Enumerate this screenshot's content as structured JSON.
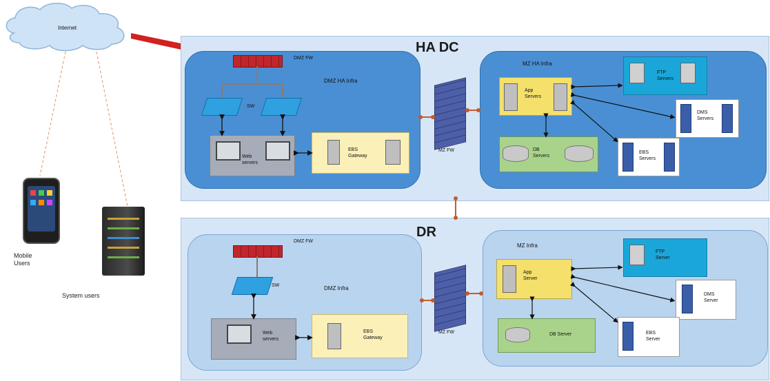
{
  "internet": {
    "label": "Internet"
  },
  "users": {
    "mobile": "Mobile\nUsers",
    "system": "System users"
  },
  "ha": {
    "title": "HA DC",
    "dmz_zone": "DMZ HA Infra",
    "dmz_fw": "DMZ FW",
    "switch_label": "SW",
    "web": "Web\nservers",
    "ebs_gateway": "EBS\nGateway",
    "mz_fw": "MZ FW",
    "mz_zone": "MZ HA Infra",
    "app": "App\nServers",
    "db": "DB\nServers",
    "ftp": "FTP\nServers",
    "dms": "DMS\nServers",
    "ebs": "EBS\nServers"
  },
  "dr": {
    "title": "DR",
    "dmz_zone": "DMZ  Infra",
    "dmz_fw": "DMZ FW",
    "switch_label": "SW",
    "web": "Web\nservers",
    "ebs_gateway": "EBS\nGateway",
    "mz_fw": "MZ FW",
    "mz_zone": "MZ  Infra",
    "app": "App\nServer",
    "db": "DB Server",
    "ftp": "FTP\nServer",
    "dms": "DMS\nServer",
    "ebs": "EBS\nServer"
  }
}
